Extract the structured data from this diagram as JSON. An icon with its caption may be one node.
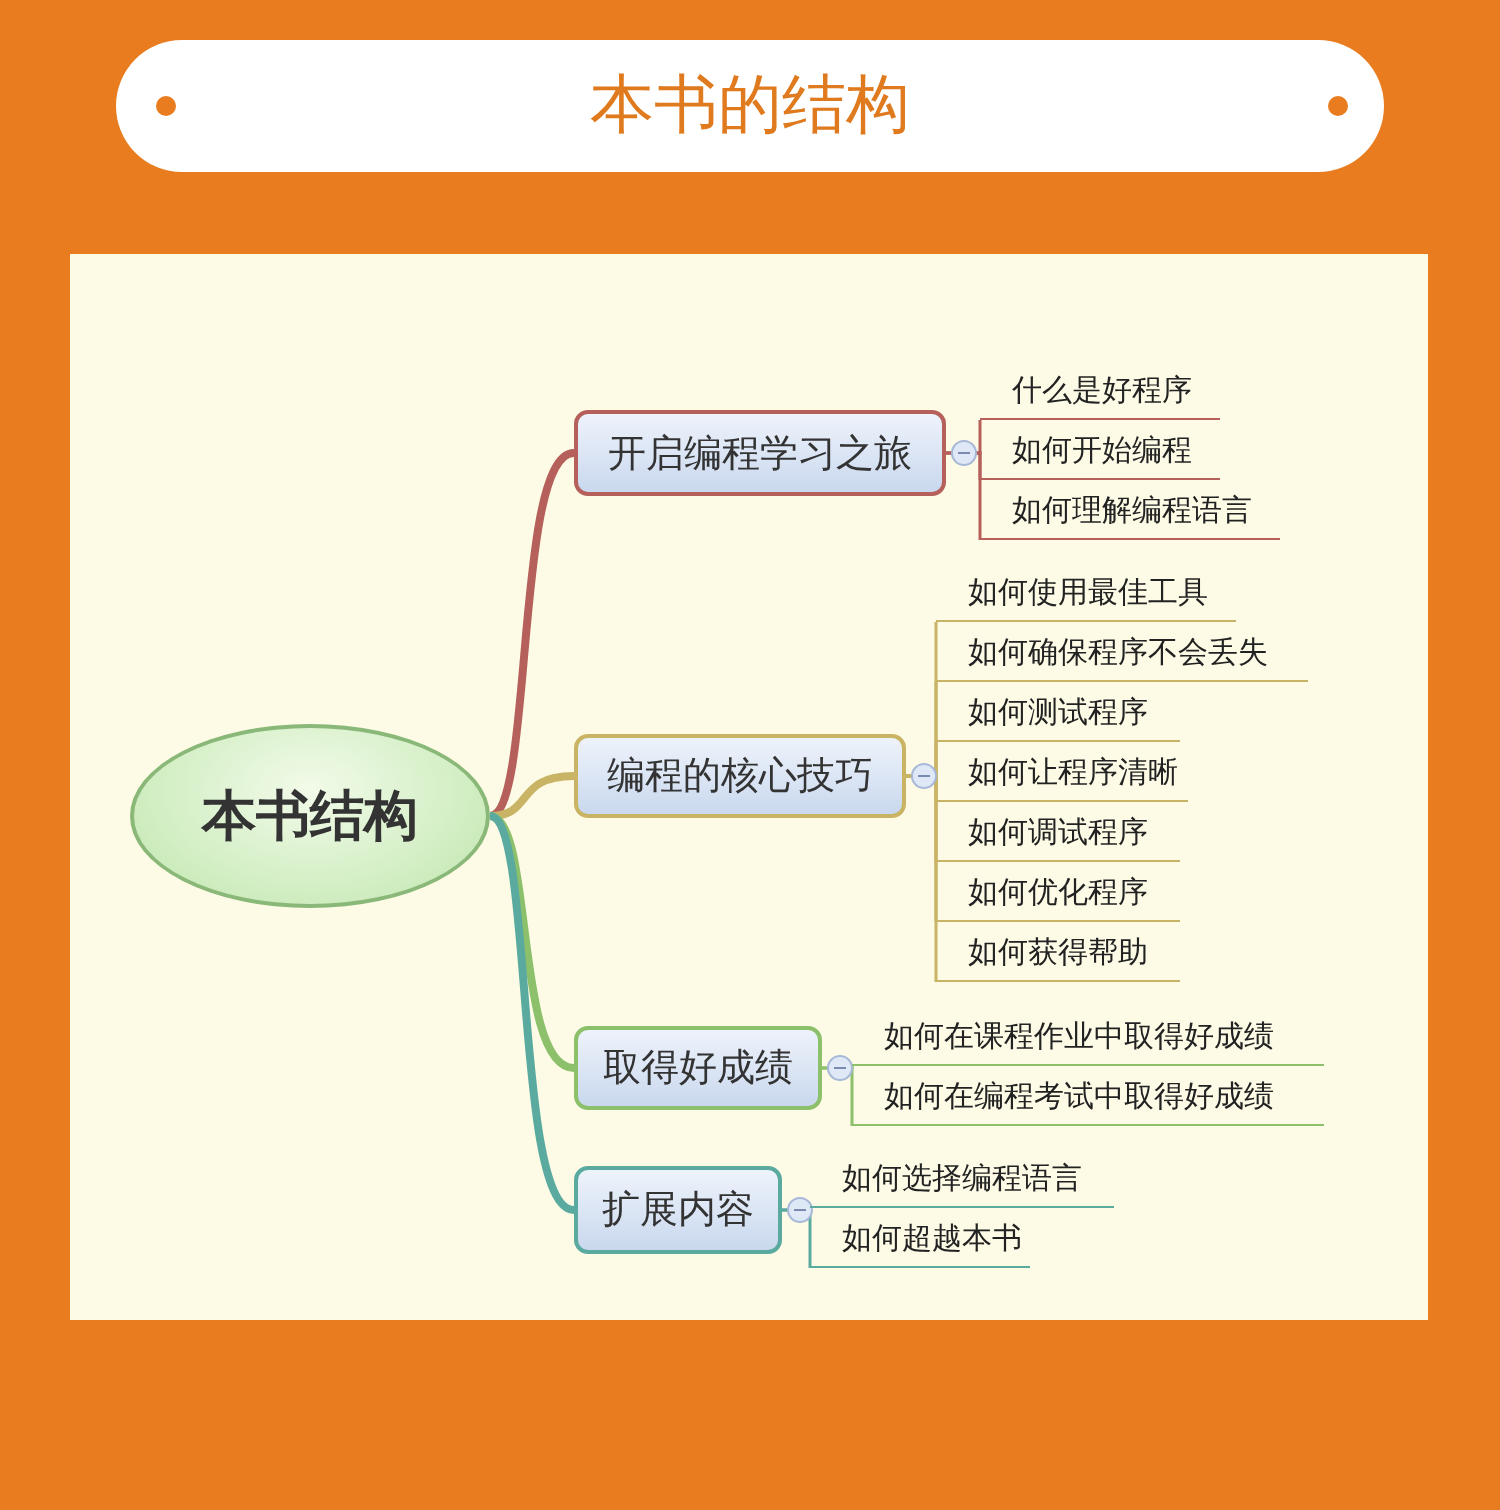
{
  "diagram": {
    "title": "本书的结构",
    "nodes": [
      {
        "text": [
          "本书结构"
        ]
      },
      {
        "text": [
          "开启编程学习之旅"
        ]
      },
      {
        "text": [
          "什么是好程序"
        ]
      },
      {
        "text": [
          "如何开始编程"
        ]
      },
      {
        "text": [
          "如何理解编程语言"
        ]
      },
      {
        "text": [
          "编程的核心技巧"
        ]
      },
      {
        "text": [
          "如何使用最佳工具"
        ]
      },
      {
        "text": [
          "如何确保程序不会丢失"
        ]
      },
      {
        "text": [
          "如何测试程序"
        ]
      },
      {
        "text": [
          "如何让程序清晰"
        ]
      },
      {
        "text": [
          "如何调试程序"
        ]
      },
      {
        "text": [
          "如何优化程序"
        ]
      },
      {
        "text": [
          "如何获得帮助"
        ]
      },
      {
        "text": [
          "取得好成绩"
        ]
      },
      {
        "text": [
          "如何在课程作业中取得好成绩"
        ]
      },
      {
        "text": [
          "如何在编程考试中取得好成绩"
        ]
      },
      {
        "text": [
          "扩展内容"
        ]
      },
      {
        "text": [
          "如何选择编程语言"
        ]
      },
      {
        "text": [
          "如何超越本书"
        ]
      }
    ],
    "edges": [
      {
        "from": 0,
        "to": 1,
        "arrow": "none",
        "style": "thick",
        "color": "#b5605a"
      },
      {
        "from": 1,
        "to": 2,
        "arrow": "none",
        "color": "#b5605a"
      },
      {
        "from": 1,
        "to": 3,
        "arrow": "none",
        "color": "#b5605a"
      },
      {
        "from": 1,
        "to": 4,
        "arrow": "none",
        "color": "#b5605a"
      },
      {
        "from": 0,
        "to": 5,
        "arrow": "none",
        "style": "thick",
        "color": "#c8b464"
      },
      {
        "from": 5,
        "to": 6,
        "arrow": "none",
        "color": "#c8b464"
      },
      {
        "from": 5,
        "to": 7,
        "arrow": "none",
        "color": "#c8b464"
      },
      {
        "from": 5,
        "to": 8,
        "arrow": "none",
        "color": "#c8b464"
      },
      {
        "from": 5,
        "to": 9,
        "arrow": "none",
        "color": "#c8b464"
      },
      {
        "from": 5,
        "to": 10,
        "arrow": "none",
        "color": "#c8b464"
      },
      {
        "from": 5,
        "to": 11,
        "arrow": "none",
        "color": "#c8b464"
      },
      {
        "from": 5,
        "to": 12,
        "arrow": "none",
        "color": "#c8b464"
      },
      {
        "from": 0,
        "to": 13,
        "arrow": "none",
        "style": "thick",
        "color": "#8cc06a"
      },
      {
        "from": 13,
        "to": 14,
        "arrow": "none",
        "color": "#8cc06a"
      },
      {
        "from": 13,
        "to": 15,
        "arrow": "none",
        "color": "#8cc06a"
      },
      {
        "from": 0,
        "to": 16,
        "arrow": "none",
        "style": "thick",
        "color": "#5aaaa0"
      },
      {
        "from": 16,
        "to": 17,
        "arrow": "none",
        "color": "#5aaaa0"
      },
      {
        "from": 16,
        "to": 18,
        "arrow": "none",
        "color": "#5aaaa0"
      }
    ]
  }
}
